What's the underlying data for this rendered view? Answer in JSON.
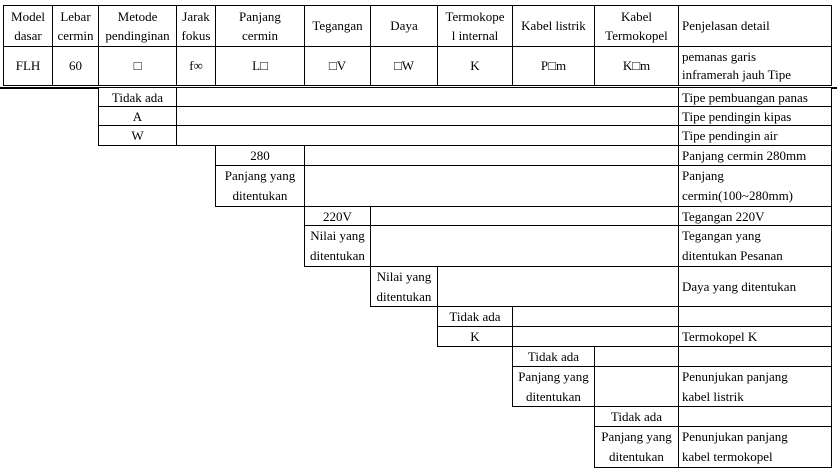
{
  "header": {
    "model": [
      "Model",
      "dasar"
    ],
    "width": [
      "Lebar",
      "cermin"
    ],
    "cooling": [
      "Metode",
      "pendinginan"
    ],
    "focus": [
      "Jarak",
      "fokus"
    ],
    "length": [
      "Panjang",
      "cermin"
    ],
    "voltage": "Tegangan",
    "power": "Daya",
    "thermo_internal": [
      "Termokope",
      "l internal"
    ],
    "cable": "Kabel listrik",
    "thermo_cable": [
      "Kabel",
      "Termokopel"
    ],
    "detail": "Penjelasan detail"
  },
  "code_row": {
    "model": "FLH",
    "width": "60",
    "cooling": "□",
    "focus": "f∞",
    "length": "L□",
    "voltage": "□V",
    "power": "□W",
    "thermo_internal": "K",
    "cable": "P□m",
    "thermo_cable": "K□m",
    "detail": [
      "pemanas garis",
      "inframerah jauh Tipe"
    ]
  },
  "options": {
    "cooling": [
      "Tidak ada",
      "A",
      "W"
    ],
    "length": [
      "280",
      [
        "Panjang yang",
        "ditentukan"
      ]
    ],
    "voltage": [
      "220V",
      [
        "Nilai yang",
        "ditentukan"
      ]
    ],
    "power": [
      [
        "Nilai yang",
        "ditentukan"
      ]
    ],
    "thermo_internal": [
      "Tidak ada",
      "K"
    ],
    "cable": [
      "Tidak ada",
      [
        "Panjang yang",
        "ditentukan"
      ]
    ],
    "thermo_cable": [
      "Tidak ada",
      [
        "Panjang yang",
        "ditentukan"
      ]
    ]
  },
  "details": {
    "cooling_none": "Tipe pembuangan panas",
    "cooling_a": "Tipe pendingin kipas",
    "cooling_w": "Tipe pendingin air",
    "length_280": "Panjang cermin 280mm",
    "length_custom": [
      "Panjang",
      "cermin(100~280mm)"
    ],
    "voltage_220": "Tegangan 220V",
    "voltage_custom": [
      "Tegangan yang",
      "ditentukan Pesanan"
    ],
    "power_custom": "Daya yang ditentukan",
    "thermo_none": "",
    "thermo_k": "Termokopel K",
    "cable_none": "",
    "cable_custom": [
      "Penunjukan panjang",
      "kabel listrik"
    ],
    "tcable_none": "",
    "tcable_custom": [
      "Penunjukan panjang",
      "kabel termokopel"
    ]
  }
}
